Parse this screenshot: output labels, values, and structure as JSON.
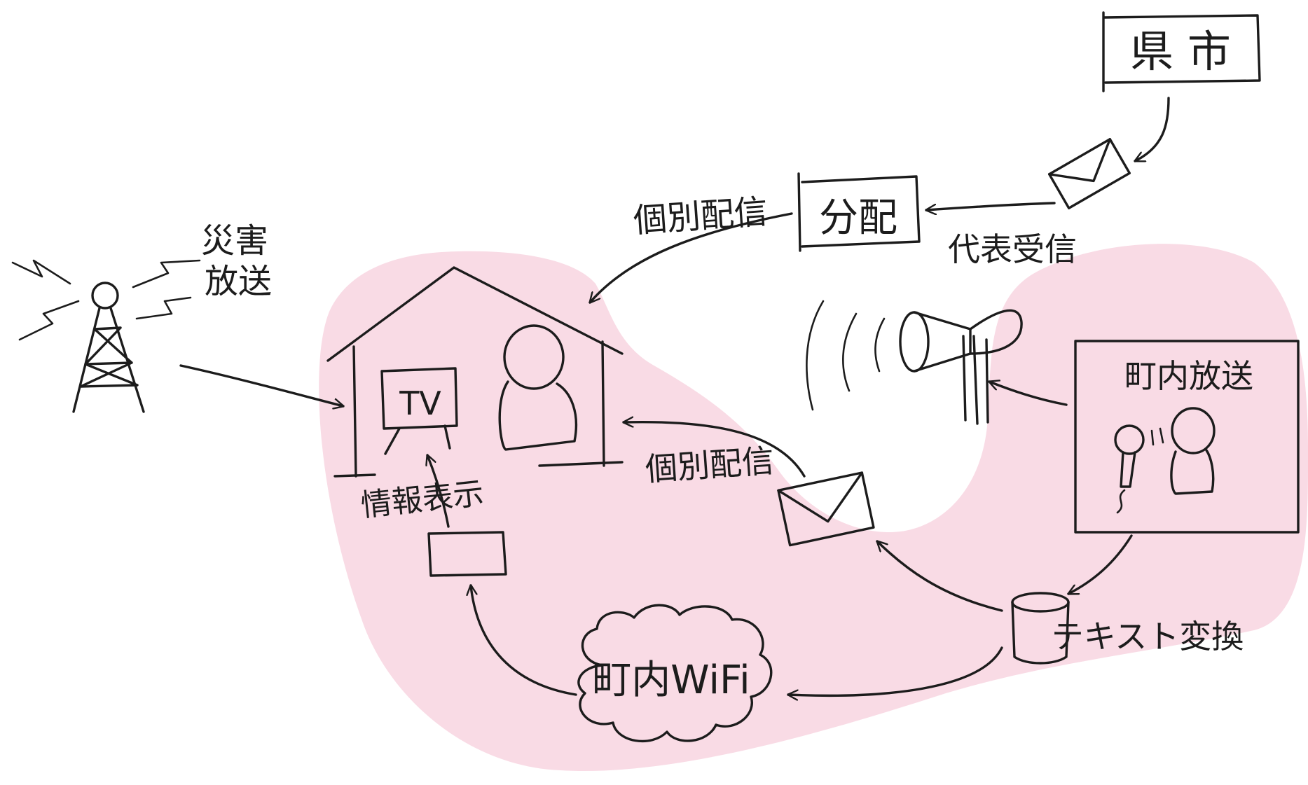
{
  "colors": {
    "ink": "#1c1c1c",
    "zone_fill": "#f9dbe5",
    "background": "#ffffff"
  },
  "labels": {
    "prefecture_city": "県 市",
    "individual_delivery_top": "個別配信",
    "distribution": "分配",
    "representative_reception": "代表受信",
    "disaster_broadcast_line1": "災害",
    "disaster_broadcast_line2": "放送",
    "tv": "TV",
    "individual_delivery_middle": "個別配信",
    "town_broadcast": "町内放送",
    "info_display": "情報表示",
    "text_conversion": "テキスト変換",
    "town_wifi": "町内WiFi"
  },
  "icons": [
    "broadcast-tower-icon",
    "house-icon",
    "person-icon",
    "tv-icon",
    "speaker-icon",
    "microphone-icon",
    "envelope-icon",
    "database-icon",
    "cloud-icon",
    "display-device-icon"
  ]
}
